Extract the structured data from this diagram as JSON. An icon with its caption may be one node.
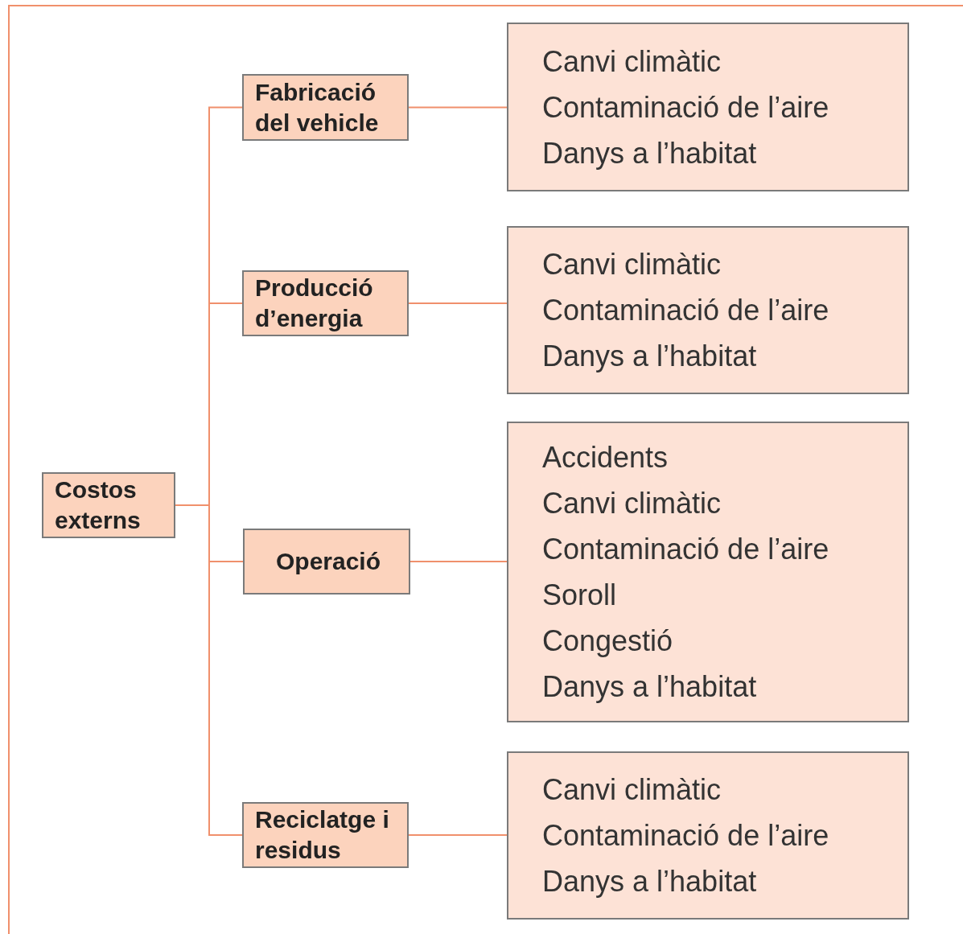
{
  "diagram": {
    "nodes": [
      {
        "text": [
          "Costos externs"
        ]
      },
      {
        "text": [
          "Fabricació del vehicle"
        ]
      },
      {
        "text": [
          "Producció d’energia"
        ]
      },
      {
        "text": [
          "Operació"
        ]
      },
      {
        "text": [
          "Reciclatge i residus"
        ]
      },
      {
        "text": [
          "Canvi climàtic",
          "Contaminació de l’aire",
          "Danys a l’habitat"
        ]
      },
      {
        "text": [
          "Canvi climàtic",
          "Contaminació de l’aire",
          "Danys a l’habitat"
        ]
      },
      {
        "text": [
          "Accidents",
          "Canvi climàtic",
          "Contaminació de l’aire",
          "Soroll",
          "Congestió",
          "Danys a l’habitat"
        ]
      },
      {
        "text": [
          "Canvi climàtic",
          "Contaminació de l’aire",
          "Danys a l’habitat"
        ]
      }
    ],
    "edges": [
      {
        "from": 0,
        "to": 1,
        "arrow": "none"
      },
      {
        "from": 0,
        "to": 2,
        "arrow": "none"
      },
      {
        "from": 0,
        "to": 3,
        "arrow": "none"
      },
      {
        "from": 0,
        "to": 4,
        "arrow": "none"
      },
      {
        "from": 1,
        "to": 5,
        "arrow": "none"
      },
      {
        "from": 2,
        "to": 6,
        "arrow": "none"
      },
      {
        "from": 3,
        "to": 7,
        "arrow": "none"
      },
      {
        "from": 4,
        "to": 8,
        "arrow": "none"
      }
    ]
  }
}
